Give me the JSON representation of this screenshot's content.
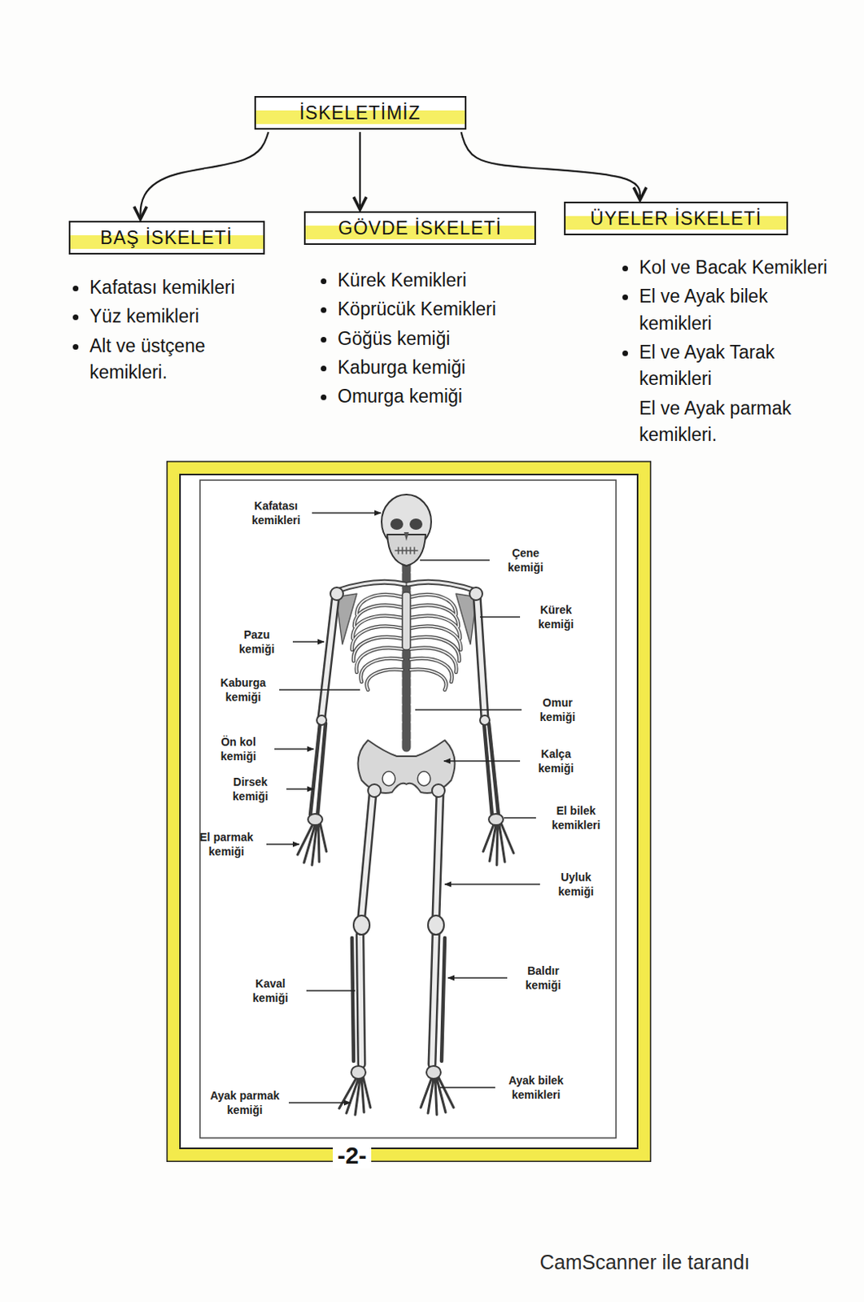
{
  "diagram": {
    "nodes": [
      {
        "text": [
          "İSKELETİMİZ"
        ]
      },
      {
        "text": [
          "BAŞ İSKELETİ"
        ]
      },
      {
        "text": [
          "GÖVDE İSKELETİ"
        ]
      },
      {
        "text": [
          "ÜYELER İSKELETİ"
        ]
      }
    ],
    "edges": [
      {
        "from": 0,
        "to": 1,
        "arrow": "to"
      },
      {
        "from": 0,
        "to": 2,
        "arrow": "to"
      },
      {
        "from": 0,
        "to": 3,
        "arrow": "to"
      }
    ],
    "labels": [
      "Kafatası kemikleri",
      "Yüz kemikleri",
      "Alt ve üstçene kemikleri.",
      "Kürek Kemikleri",
      "Köprücük Kemikleri",
      "Göğüs kemiği",
      "Kaburga kemiği",
      "Omurga kemiği",
      "Kol ve Bacak Kemikleri",
      "El ve Ayak bilek kemikleri",
      "El ve Ayak Tarak kemikleri",
      "El ve Ayak parmak kemikleri.",
      "Kafatası kemikleri",
      "Çene kemiği",
      "Kürek kemiği",
      "Pazu kemiği",
      "Kaburga kemiği",
      "Omur kemiği",
      "Ön kol kemiği",
      "Kalça kemiği",
      "Dirsek kemiği",
      "El bilek kemikleri",
      "El parmak kemiği",
      "Uyluk kemiği",
      "Kaval kemiği",
      "Baldır kemiği",
      "Ayak parmak kemiği",
      "Ayak bilek kemikleri",
      "-2-",
      "CamScanner ile tarandı"
    ]
  }
}
